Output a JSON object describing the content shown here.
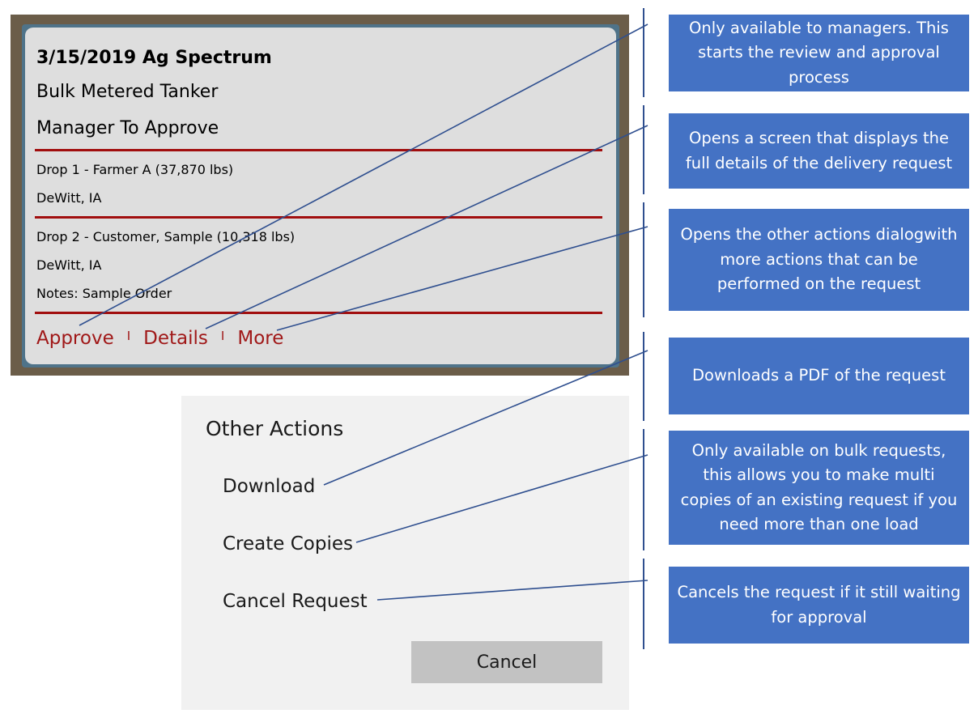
{
  "card": {
    "title": "3/15/2019 Ag Spectrum",
    "load_type": "Bulk  Metered Tanker",
    "status": "Manager To Approve",
    "drops": [
      {
        "name": "Drop 1 - Farmer A (37,870 lbs)",
        "location": "DeWitt, IA"
      },
      {
        "name": "Drop 2 - Customer, Sample (10,318 lbs)",
        "location": "DeWitt, IA",
        "notes": "Notes: Sample Order"
      }
    ],
    "actions": {
      "approve": "Approve",
      "details": "Details",
      "more": "More",
      "separator": "I"
    }
  },
  "dialog": {
    "title": "Other Actions",
    "items": [
      "Download",
      "Create Copies",
      "Cancel Request"
    ],
    "cancel_label": "Cancel"
  },
  "callouts": [
    "Only available to managers. This starts the review and approval process",
    "Opens a screen that displays the full details of the delivery request",
    "Opens the other actions dialogwith more actions that can be performed on the request",
    "Downloads a PDF of the request",
    "Only available on bulk requests, this allows you to make multi copies of an existing request if you need more than one load",
    "Cancels the request if it still waiting for approval"
  ],
  "colors": {
    "callout_bg": "#4472c4",
    "link_red": "#a01818",
    "rule_red": "#a10e0e",
    "leader_line": "#2f4f8f"
  }
}
